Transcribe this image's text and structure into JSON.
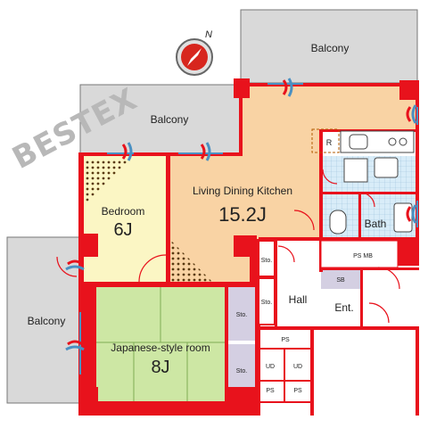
{
  "watermark": "BESTEX",
  "compass": {
    "north_label": "N"
  },
  "rooms": {
    "balcony_top": "Balcony",
    "balcony_mid": "Balcony",
    "balcony_left": "Balcony",
    "ldk_name": "Living Dining Kitchen",
    "ldk_size": "15.2J",
    "bedroom_name": "Bedroom",
    "bedroom_size": "6J",
    "japanese_name": "Japanese-style room",
    "japanese_size": "8J",
    "hall": "Hall",
    "entrance": "Ent.",
    "bath": "Bath"
  },
  "storage": {
    "sto_upper": "Sto.",
    "sto_mid": "Sto.",
    "sto_jp_upper": "Sto.",
    "sto_jp_lower": "Sto.",
    "ps_mb": "PS MB",
    "sb": "SB",
    "ps_top": "PS",
    "ud_left": "UD",
    "ud_right": "UD",
    "ps_bottom_left": "PS",
    "ps_bottom_right": "PS",
    "fridge": "R"
  },
  "colors": {
    "wall": "#e8121c",
    "balcony": "#d9d9d9",
    "ldk": "#f9d3a4",
    "bedroom": "#fbf6c4",
    "tatami": "#cde7a4",
    "bath": "#d8ecf8",
    "storage": "#d4cfe2"
  }
}
